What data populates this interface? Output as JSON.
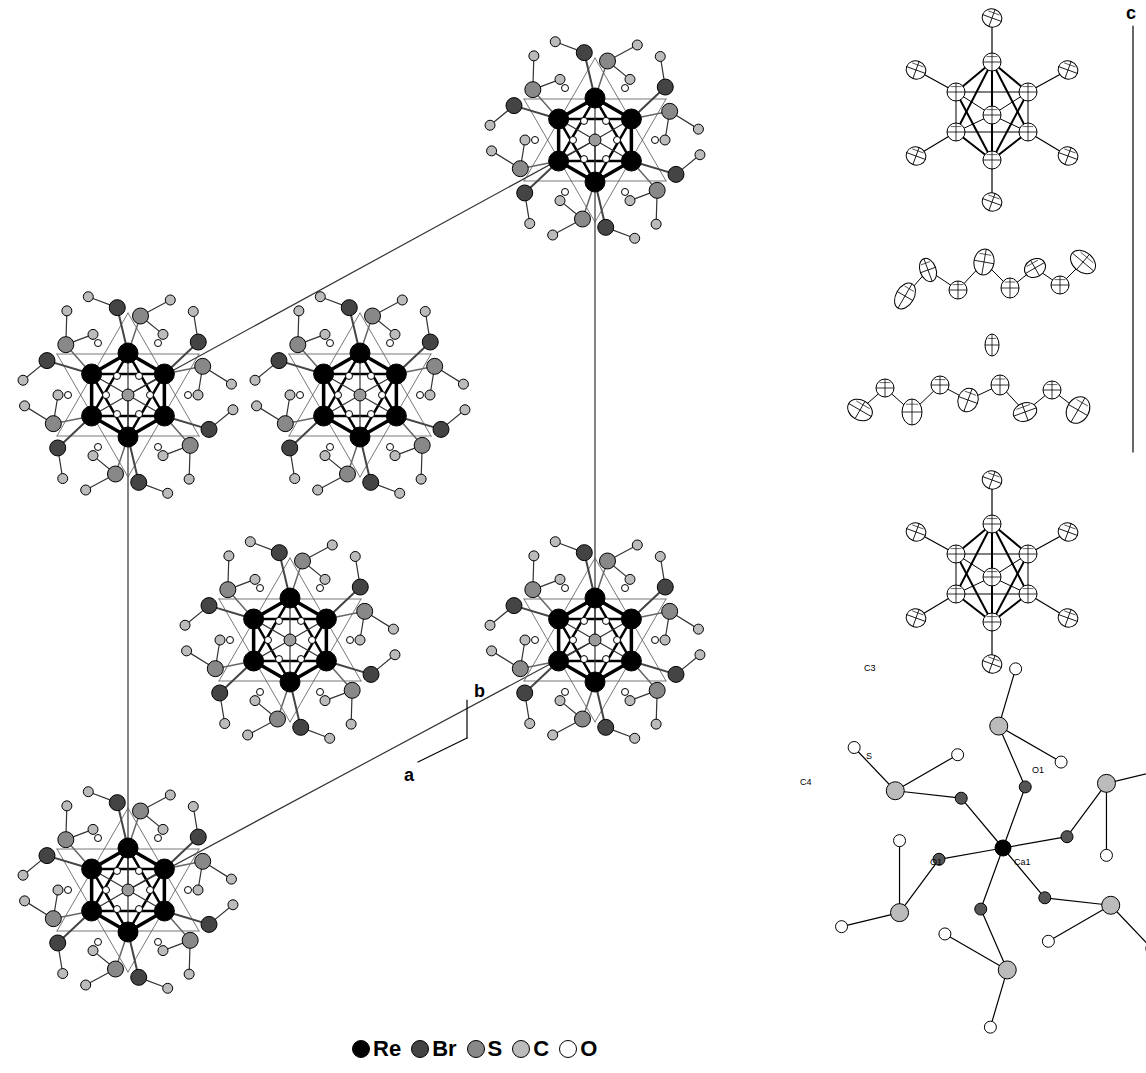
{
  "diagram": {
    "labels": [
      "c",
      "b",
      "a",
      "C3",
      "S",
      "C4",
      "O1",
      "O1",
      "Ca1"
    ],
    "legend": [
      {
        "text": "Re",
        "color": "#000000"
      },
      {
        "text": "Br",
        "color": "#444444"
      },
      {
        "text": "S",
        "color": "#888888"
      },
      {
        "text": "C",
        "color": "#bbbbbb"
      },
      {
        "text": "O",
        "color": "#ffffff"
      }
    ]
  }
}
